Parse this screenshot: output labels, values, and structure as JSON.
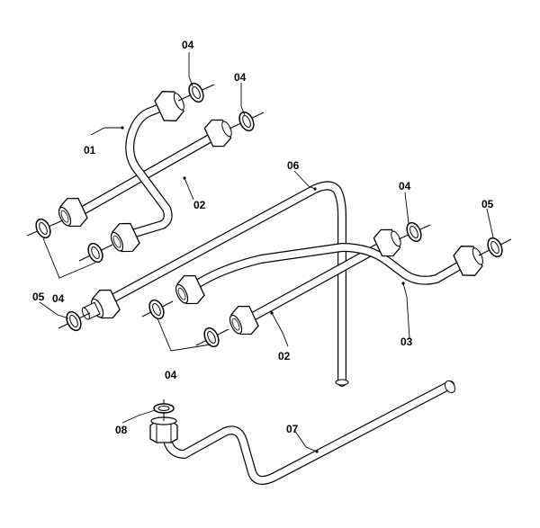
{
  "diagram": {
    "labels": {
      "l01": "01",
      "l02a": "02",
      "l02b": "02",
      "l03": "03",
      "l04a": "04",
      "l04b": "04",
      "l04c": "04",
      "l04d": "04",
      "l04e": "04",
      "l05a": "05",
      "l05b": "05",
      "l06": "06",
      "l07": "07",
      "l08": "08"
    }
  }
}
